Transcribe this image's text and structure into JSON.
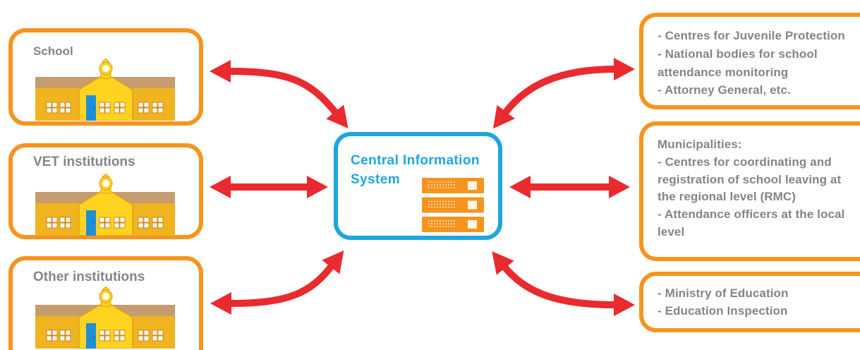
{
  "colors": {
    "node_border": "#F7941D",
    "center_border": "#1DA6E0",
    "center_text": "#1DA6E0",
    "arrow": "#E92A2E",
    "text": "#858585",
    "server": "#F7941D",
    "door": "#1E8FD6"
  },
  "left_nodes": [
    {
      "label": "School",
      "icon": "school-building-icon"
    },
    {
      "label": "VET institutions",
      "icon": "school-building-icon"
    },
    {
      "label": "Other institutions",
      "icon": "school-building-icon"
    }
  ],
  "center": {
    "title_lines": [
      "Central Information",
      "System"
    ],
    "icon": "server-icon"
  },
  "right_nodes": [
    {
      "lines": [
        "- Centres for Juvenile Protection",
        "- National bodies for school",
        "attendance monitoring",
        "- Attorney General, etc."
      ]
    },
    {
      "lines": [
        "Municipalities:",
        "- Centres for coordinating and",
        "registration of school leaving at",
        "the regional level (RMC)",
        "- Attendance officers at the local",
        "level"
      ]
    },
    {
      "lines": [
        "- Ministry of Education",
        "- Education Inspection"
      ]
    }
  ]
}
